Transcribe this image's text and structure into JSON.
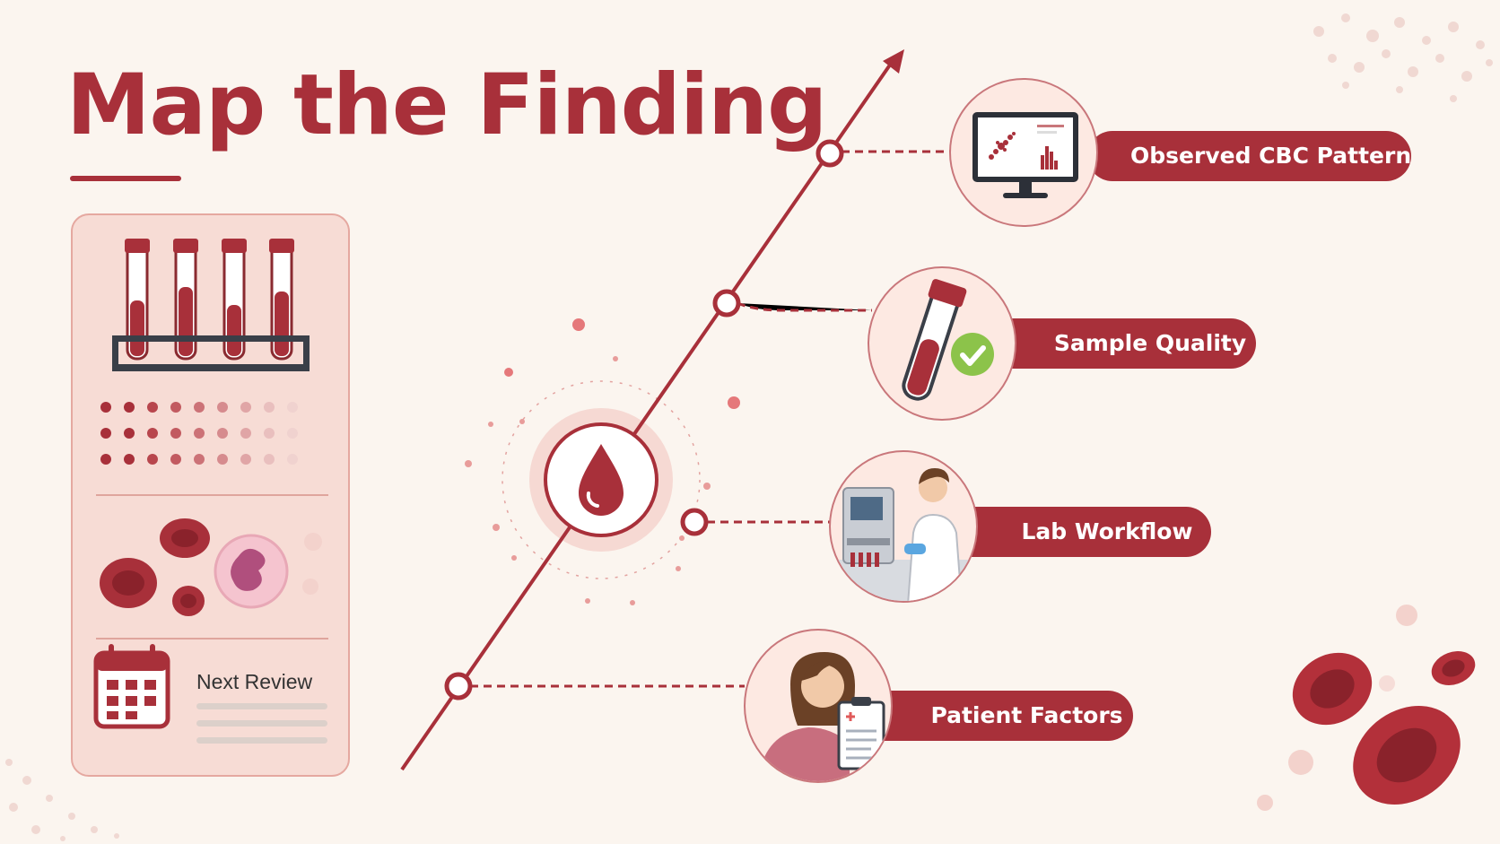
{
  "title": "Map the Finding",
  "left_panel": {
    "review_label": "Next Review"
  },
  "steps": [
    {
      "label": "Observed CBC Pattern",
      "icon": "monitor-scatter-plot-icon"
    },
    {
      "label": "Sample Quality",
      "icon": "blood-tube-check-icon"
    },
    {
      "label": "Lab Workflow",
      "icon": "lab-technician-icon"
    },
    {
      "label": "Patient Factors",
      "icon": "patient-clipboard-icon"
    }
  ],
  "center_icon": "blood-drop-icon",
  "colors": {
    "primary": "#a8303a",
    "background": "#fbf5ef",
    "panel": "#f7dcd5",
    "check": "#8cc34a"
  }
}
